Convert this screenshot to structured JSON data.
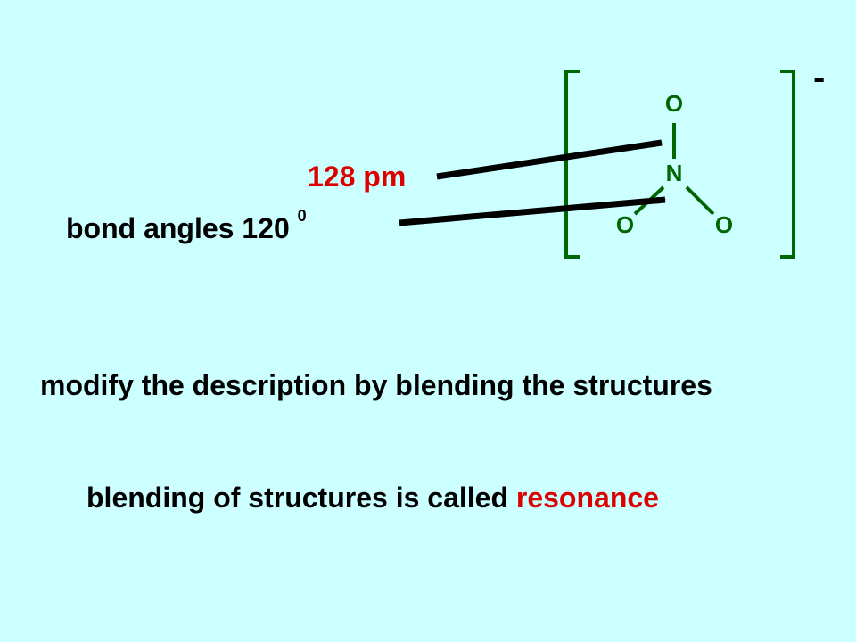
{
  "slide": {
    "bond_length_label": "128 pm",
    "bond_angles_text": "bond angles 120",
    "bond_angles_superscript": "0",
    "description_text": "modify the description by blending the structures",
    "blending_text": "blending of structures is called",
    "resonance_word": "resonance"
  },
  "structure": {
    "atoms": {
      "top_oxygen": "O",
      "nitrogen": "N",
      "left_oxygen": "O",
      "right_oxygen": "O"
    },
    "charge": "-"
  },
  "colors": {
    "background": "#ccffff",
    "highlight": "#dd0000",
    "bracket": "#006600",
    "molecule": "#006600",
    "text": "#000000"
  }
}
